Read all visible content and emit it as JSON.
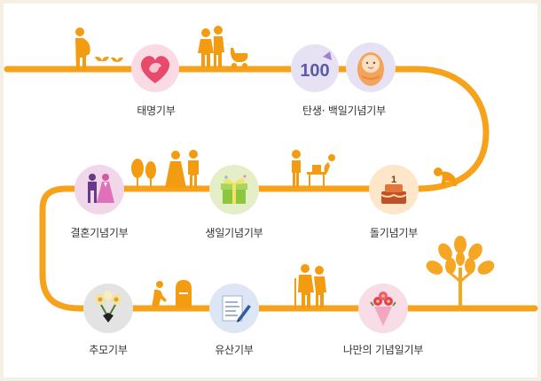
{
  "colors": {
    "track": "#f7a21b",
    "figure": "#f39c12",
    "figure_dark": "#e88a0c",
    "tree": "#f5a623",
    "border": "#f6f0e4"
  },
  "milestones": [
    {
      "id": "fetus",
      "label": "태명기부",
      "icon": "heart-icon",
      "bg": "#fadbe4"
    },
    {
      "id": "birth",
      "label": "탄생· 백일기념기부",
      "icon": "baby-icon",
      "bg": "#e6e2f3"
    },
    {
      "id": "firstbday",
      "label": "돌기념기부",
      "icon": "cake-icon",
      "bg": "#fde7c8"
    },
    {
      "id": "birthday",
      "label": "생일기념기부",
      "icon": "gift-icon",
      "bg": "#e4efc8"
    },
    {
      "id": "wedding",
      "label": "결혼기념기부",
      "icon": "couple-icon",
      "bg": "#f1d7ea"
    },
    {
      "id": "memorial",
      "label": "추모기부",
      "icon": "flowers-icon",
      "bg": "#e3e3e3"
    },
    {
      "id": "legacy",
      "label": "유산기부",
      "icon": "document-icon",
      "bg": "#dde6f4"
    },
    {
      "id": "myday",
      "label": "나만의 기념일기부",
      "icon": "bouquet-icon",
      "bg": "#f8dde6"
    }
  ],
  "badges": {
    "hundred": "100",
    "cake_number": "1"
  }
}
